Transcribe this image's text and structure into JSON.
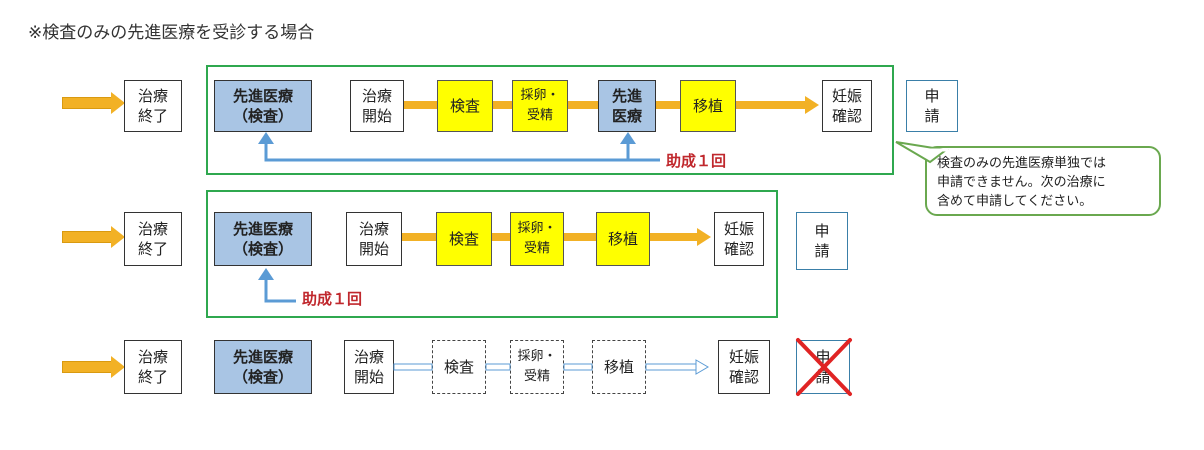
{
  "title": "※検査のみの先進医療を受診する場合",
  "labels": {
    "end": "治療\n終了",
    "advanced_exam": "先進医療\n（検査）",
    "start": "治療\n開始",
    "exam": "検査",
    "retrieval": "採卵・\n受精",
    "advanced": "先進\n医療",
    "transfer": "移植",
    "pregnancy": "妊娠\n確認",
    "apply": "申\n請"
  },
  "subsidy": "助成１回",
  "callout": "検査のみの先進医療単独では\n申請できません。次の治療に\n含めて申請してください。",
  "colors": {
    "frame": "#2fa84f",
    "blue_box": "#a9c5e4",
    "yellow_box": "#ffff00",
    "arrow": "#f2b125",
    "feedback": "#5b9bd5",
    "cross": "#e02424"
  }
}
